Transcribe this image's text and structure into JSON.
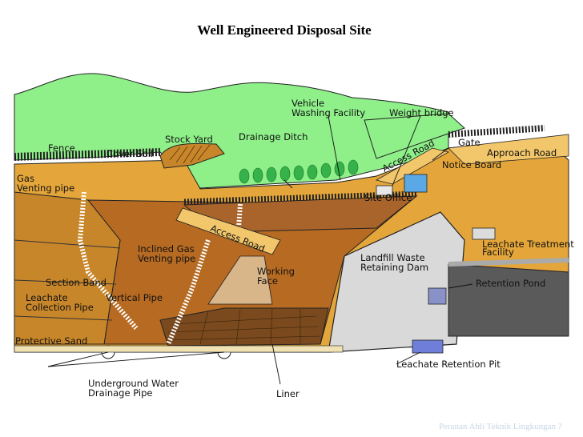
{
  "title": "Well Engineered Disposal Site",
  "footer": "Peranan Ahli Teknik Lingkungan ?",
  "labels": {
    "vehicle_washing_1": "Vehicle",
    "vehicle_washing_2": "Washing Facility",
    "weight_bridge": "Weight bridge",
    "stock_yard": "Stock Yard",
    "drainage_ditch": "Drainage Ditch",
    "gate": "Gate",
    "approach_road": "Approach Road",
    "fence": "Fence",
    "cover_soil": "Cover Soil",
    "access_road_top": "Access Road",
    "notice_board": "Notice Board",
    "gas_venting_1": "Gas",
    "gas_venting_2": "Venting pipe",
    "site_office": "Site Office",
    "access_road_mid": "Access Road",
    "leachate_treatment_1": "Leachate Treatment",
    "leachate_treatment_2": "Facility",
    "inclined_gas_1": "Inclined Gas",
    "inclined_gas_2": "Venting pipe",
    "landfill_dam_1": "Landfill Waste",
    "landfill_dam_2": "Retaining Dam",
    "working_face_1": "Working",
    "working_face_2": "Face",
    "section_band": "Section Band",
    "retention_pond": "Retention Pond",
    "leachate_collection_1": "Leachate",
    "leachate_collection_2": "Collection Pipe",
    "vertical_pipe": "Vertical Pipe",
    "protective_sand": "Protective Sand",
    "leachate_retention_pit": "Leachate Retention Pit",
    "underground_drain_1": "Underground Water",
    "underground_drain_2": "Drainage Pipe",
    "liner": "Liner"
  },
  "colors": {
    "hill": "#8ff08a",
    "soil": "#e4a63a",
    "soil_dark": "#c8862a",
    "pit": "#b66a22",
    "waste": "#a9642b",
    "dam": "#d9d9d9",
    "pond": "#5a5a5a",
    "tree": "#35b34a",
    "office": "#5aa9e6",
    "pit_box": "#6f7fd9"
  }
}
